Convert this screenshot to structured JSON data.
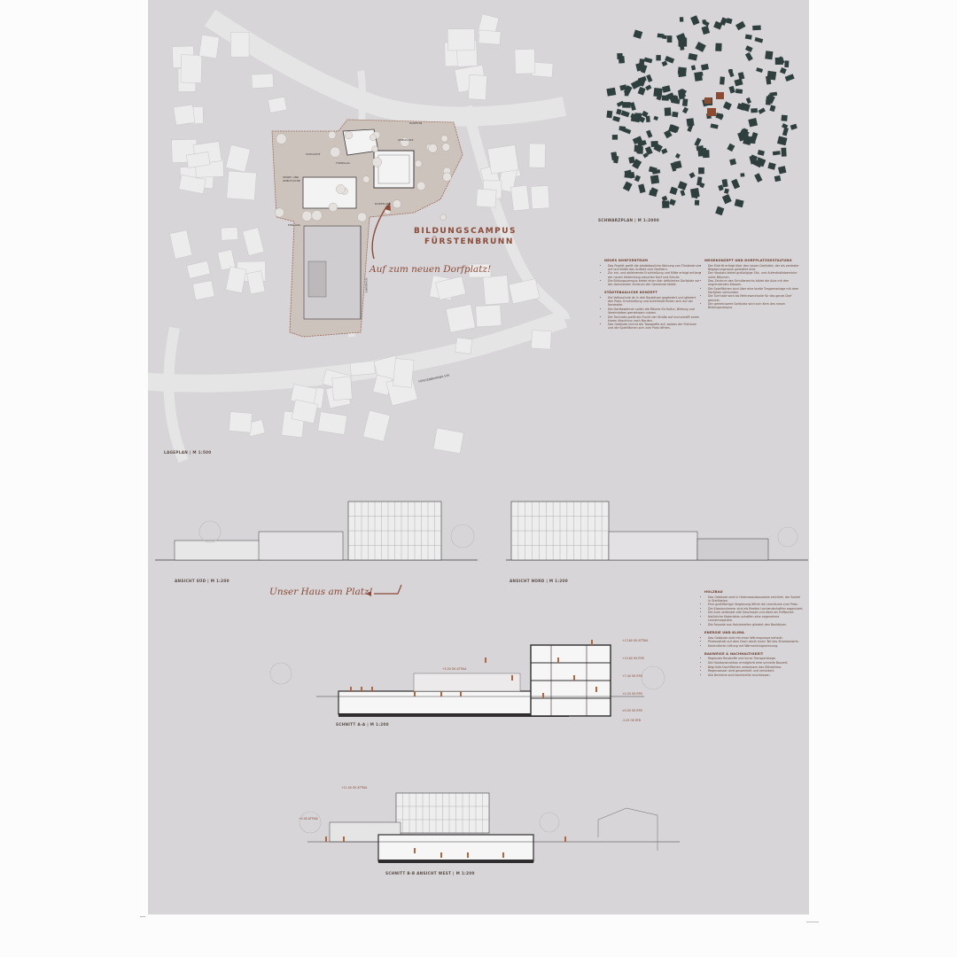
{
  "poster": {
    "title_line1": "BILDUNGSCAMPUS",
    "title_line2": "FÜRSTENBRUNN",
    "slogan_site": "Auf zum neuen Dorfplatz!",
    "slogan_elevation": "Unser Haus am Platz!",
    "colors": {
      "background": "#d7d5d7",
      "accent": "#8a4a38",
      "buildings_dark": "#2f3f3e",
      "highlight": "#8b4a32"
    }
  },
  "plans": {
    "lageplan": "LAGEPLAN  |  M 1:500",
    "schwarzplan": "SCHWARZPLAN  |  M 1:2000",
    "ansicht_sued": "ANSICHT SÜD  |  M 1:200",
    "ansicht_nord": "ANSICHT NORD  |  M 1:200",
    "schnitt_aa": "SCHNITT A-A  |  M 1:200",
    "schnitt_bb": "SCHNITT B-B ANSICHT WEST  |  M 1:200"
  },
  "site_labels": {
    "road_top": "DORFSTR.",
    "road_bottom": "FÜRSTENBRUNNER STR.",
    "side_path": "SCHULWEG",
    "area_a": "SCHULHOF",
    "area_b": "SPIELPLATZ",
    "area_c": "TURNSAAL",
    "area_d": "SPORT- UND SPIELFLÄCHE",
    "area_e": "DORFPLATZ",
    "area_f": "EINGANG"
  },
  "levels": {
    "l1": "+13.60 OK ATTIKA",
    "l2": "+10.60 OK RFB",
    "l3": "+7.40 OK RFB",
    "l4": "+4.20 OK RFB",
    "l5": "±0.00 OK RFB",
    "l6": "-3.20 OK RFB",
    "l7": "+5.50 OK ATTIKA",
    "l8": "+11.00 OK ATTIKA",
    "l9": "+4.00 ATTIKA"
  },
  "text_left": [
    {
      "heading": "NEUES DORFZENTRUM",
      "items": [
        "Das Projekt greift die städtebauliche Körnung von Fürstenbrunn auf und bildet den Auftakt zum Dorfkern.",
        "Zur ein- und abfahrende Erschließung und Mitte erfolgt entlang der neuen Verbindung zwischen Dorf und Schule.",
        "Die Bildungscampus bietet einen klar definierten Dorfplatz vor der dominanten Zentrum der Gemeinde bildet."
      ]
    },
    {
      "heading": "STÄDTEBAULICHE KONZEPT",
      "items": [
        "Die Volksschule ist in drei Baukörper gegliedert und gliedert den Platz. Erschließung und Aufenthalt finden sich auf der Nordseite.",
        "Die Dorfbewohner sollen die Räume für Kultur, Bildung und Vereinsleben gemeinsam nutzen.",
        "Die Turnhalle greift die Flucht der Straße auf und schafft einen klaren Abschluss nach Norden.",
        "Das Gebäude nimmt die Topografie auf, sodass der Freiraum und die Spielflächen sich zum Platz öffnen."
      ]
    }
  ],
  "text_right1": [
    {
      "heading": "WEGEKONZEPT UND DORFPLATZGESTALTUNG",
      "items": [
        "Der Eintritt erfolgt über den neuen Dorfplatz, der als zentraler Begegnungsraum gestaltet wird.",
        "Der Vorplatz bietet großzügige Sitz- und Aufenthaltsbereiche unter Bäumen.",
        "Das Zentrum des Schulbereichs bildet die Aula mit den angrenzenden Klassen.",
        "Die Spielflächen sind über eine breite Treppenanlage mit dem Dorfplatz verbunden.",
        "Die Turnhalle wird als Mehrzweckhalle für das ganze Dorf genutzt.",
        "Der gemeinsame Dorfplatz wird zum Kern des neuen Bildungscampus."
      ]
    }
  ],
  "text_right2": [
    {
      "heading": "HOLZBAU",
      "items": [
        "Das Gebäude wird in Holzmassivbauweise errichtet, der Sockel in Stahlbeton.",
        "Eine großflächige Verglasung öffnet die Lernräume zum Platz.",
        "Die Klassenzimmer sind als flexible Lernlandschaften organisiert.",
        "Die Aula verbindet alle Geschosse und dient als Treffpunkt.",
        "Natürliche Materialien schaffen eine angenehme Lernatmosphäre.",
        "Die Fassade aus Holzlamellen gliedert den Baukörper."
      ]
    },
    {
      "heading": "ENERGIE UND KLIMA",
      "items": [
        "Das Gebäude wird mit einer Wärmepumpe beheizt.",
        "Photovoltaik auf dem Dach deckt einen Teil des Strombedarfs.",
        "Kontrollierte Lüftung mit Wärmerückgewinnung."
      ]
    },
    {
      "heading": "BAUWEISE & NACHHALTIGKEIT",
      "items": [
        "Regionale Baustoffe und kurze Transportwege.",
        "Die Holzkonstruktion ermöglicht eine schnelle Bauzeit.",
        "Begrünte Dachflächen verbessern das Mikroklima.",
        "Regenwasser wird gesammelt und versickert.",
        "Alle Bereiche sind barrierefrei erschlossen."
      ]
    }
  ]
}
